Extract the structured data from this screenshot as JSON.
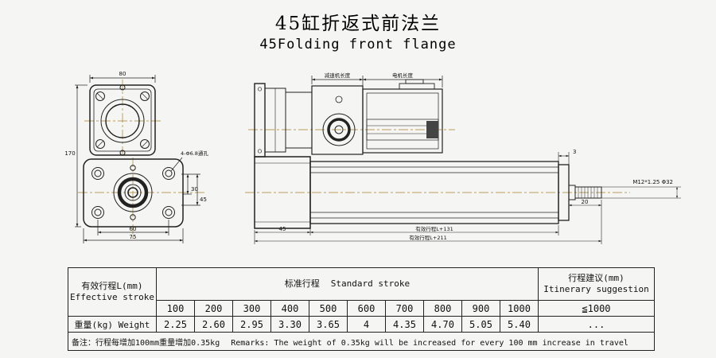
{
  "header": {
    "title_cn": "45缸折返式前法兰",
    "title_en": "45Folding front flange"
  },
  "drawing": {
    "front_view": {
      "dim_width_top": "80",
      "dim_height_left": "170",
      "hole_callout": "4-Φ6.8通孔",
      "dim_30": "30",
      "dim_45": "45",
      "dim_60": "60",
      "dim_75": "75"
    },
    "side_view": {
      "reducer_length_label": "减速机长度",
      "motor_length_label": "电机长度",
      "dim_cap_3": "3",
      "rod_thread_label": "M12*1.25 Φ32",
      "dim_rod_20": "20",
      "dim_left_45": "45",
      "dim_stroke_131": "有效行程L+131",
      "dim_stroke_211": "有效行程L+211"
    }
  },
  "table": {
    "effective_stroke_cn": "有效行程L(mm)",
    "effective_stroke_en": "Effective stroke",
    "standard_stroke_cn": "标准行程",
    "standard_stroke_en": "Standard stroke",
    "suggestion_cn": "行程建议(mm)",
    "suggestion_en": "Itinerary suggestion",
    "strokes": [
      "100",
      "200",
      "300",
      "400",
      "500",
      "600",
      "700",
      "800",
      "900",
      "1000"
    ],
    "suggestion_value": "≦1000",
    "weight_label": "重量(kg) Weight",
    "weights": [
      "2.25",
      "2.60",
      "2.95",
      "3.30",
      "3.65",
      "4",
      "4.35",
      "4.70",
      "5.05",
      "5.40"
    ],
    "weight_suggestion": "...",
    "remark_cn": "备注：行程每增加100mm重量增加0.35kg",
    "remark_en": "Remarks: The weight of 0.35kg will be increased for every 100 mm increase in travel"
  }
}
